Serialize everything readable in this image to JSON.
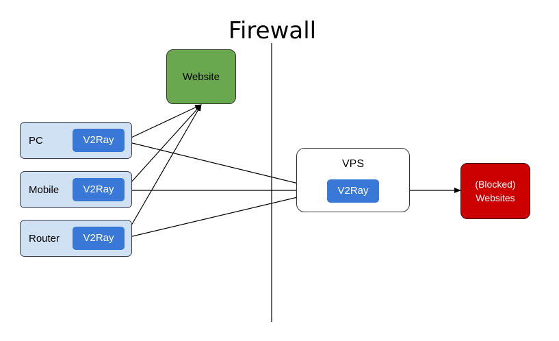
{
  "title": "Firewall",
  "website": {
    "label": "Website"
  },
  "clients": [
    {
      "label": "PC",
      "agent": "V2Ray"
    },
    {
      "label": "Mobile",
      "agent": "V2Ray"
    },
    {
      "label": "Router",
      "agent": "V2Ray"
    }
  ],
  "vps": {
    "label": "VPS",
    "agent": "V2Ray"
  },
  "blocked": {
    "line1": "(Blocked)",
    "line2": "Websites"
  },
  "colors": {
    "client_fill": "#cfe1f3",
    "v2ray_fill": "#3a78d8",
    "website_fill": "#6aa84f",
    "blocked_fill": "#cc0000"
  }
}
